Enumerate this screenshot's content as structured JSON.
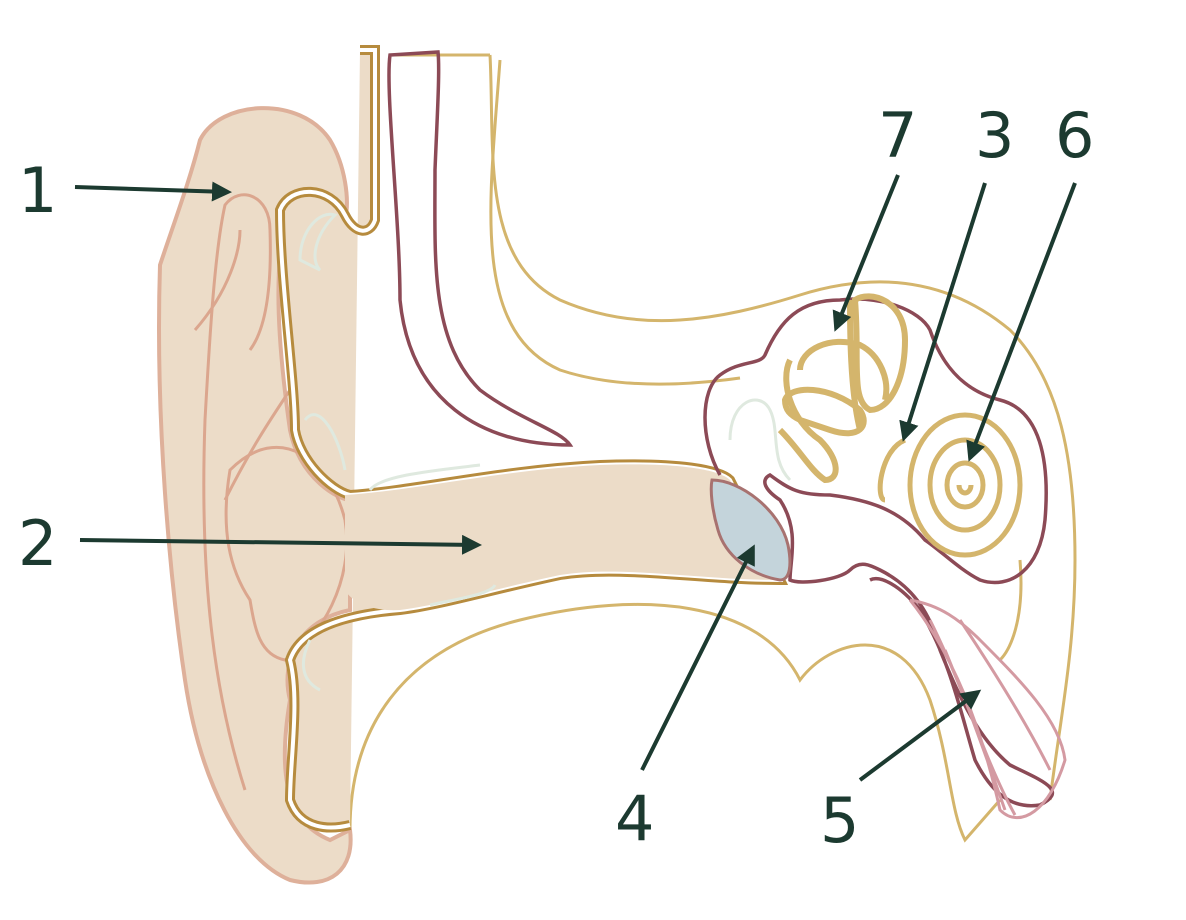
{
  "diagram": {
    "colors": {
      "pinna_fill": "#ecdcc8",
      "pinna_outline": "#deb09a",
      "canal_outline": "#b68b3e",
      "bone_outline": "#d4b56c",
      "tissue_outline": "#8c4a56",
      "eardrum_fill": "#c4d4db",
      "muscle_outline": "#d49aa2",
      "cartilage": "#dfe9df",
      "label": "#1c3a30"
    },
    "labels": [
      {
        "id": "1",
        "text": "1"
      },
      {
        "id": "2",
        "text": "2"
      },
      {
        "id": "3",
        "text": "3"
      },
      {
        "id": "4",
        "text": "4"
      },
      {
        "id": "5",
        "text": "5"
      },
      {
        "id": "6",
        "text": "6"
      },
      {
        "id": "7",
        "text": "7"
      }
    ]
  }
}
